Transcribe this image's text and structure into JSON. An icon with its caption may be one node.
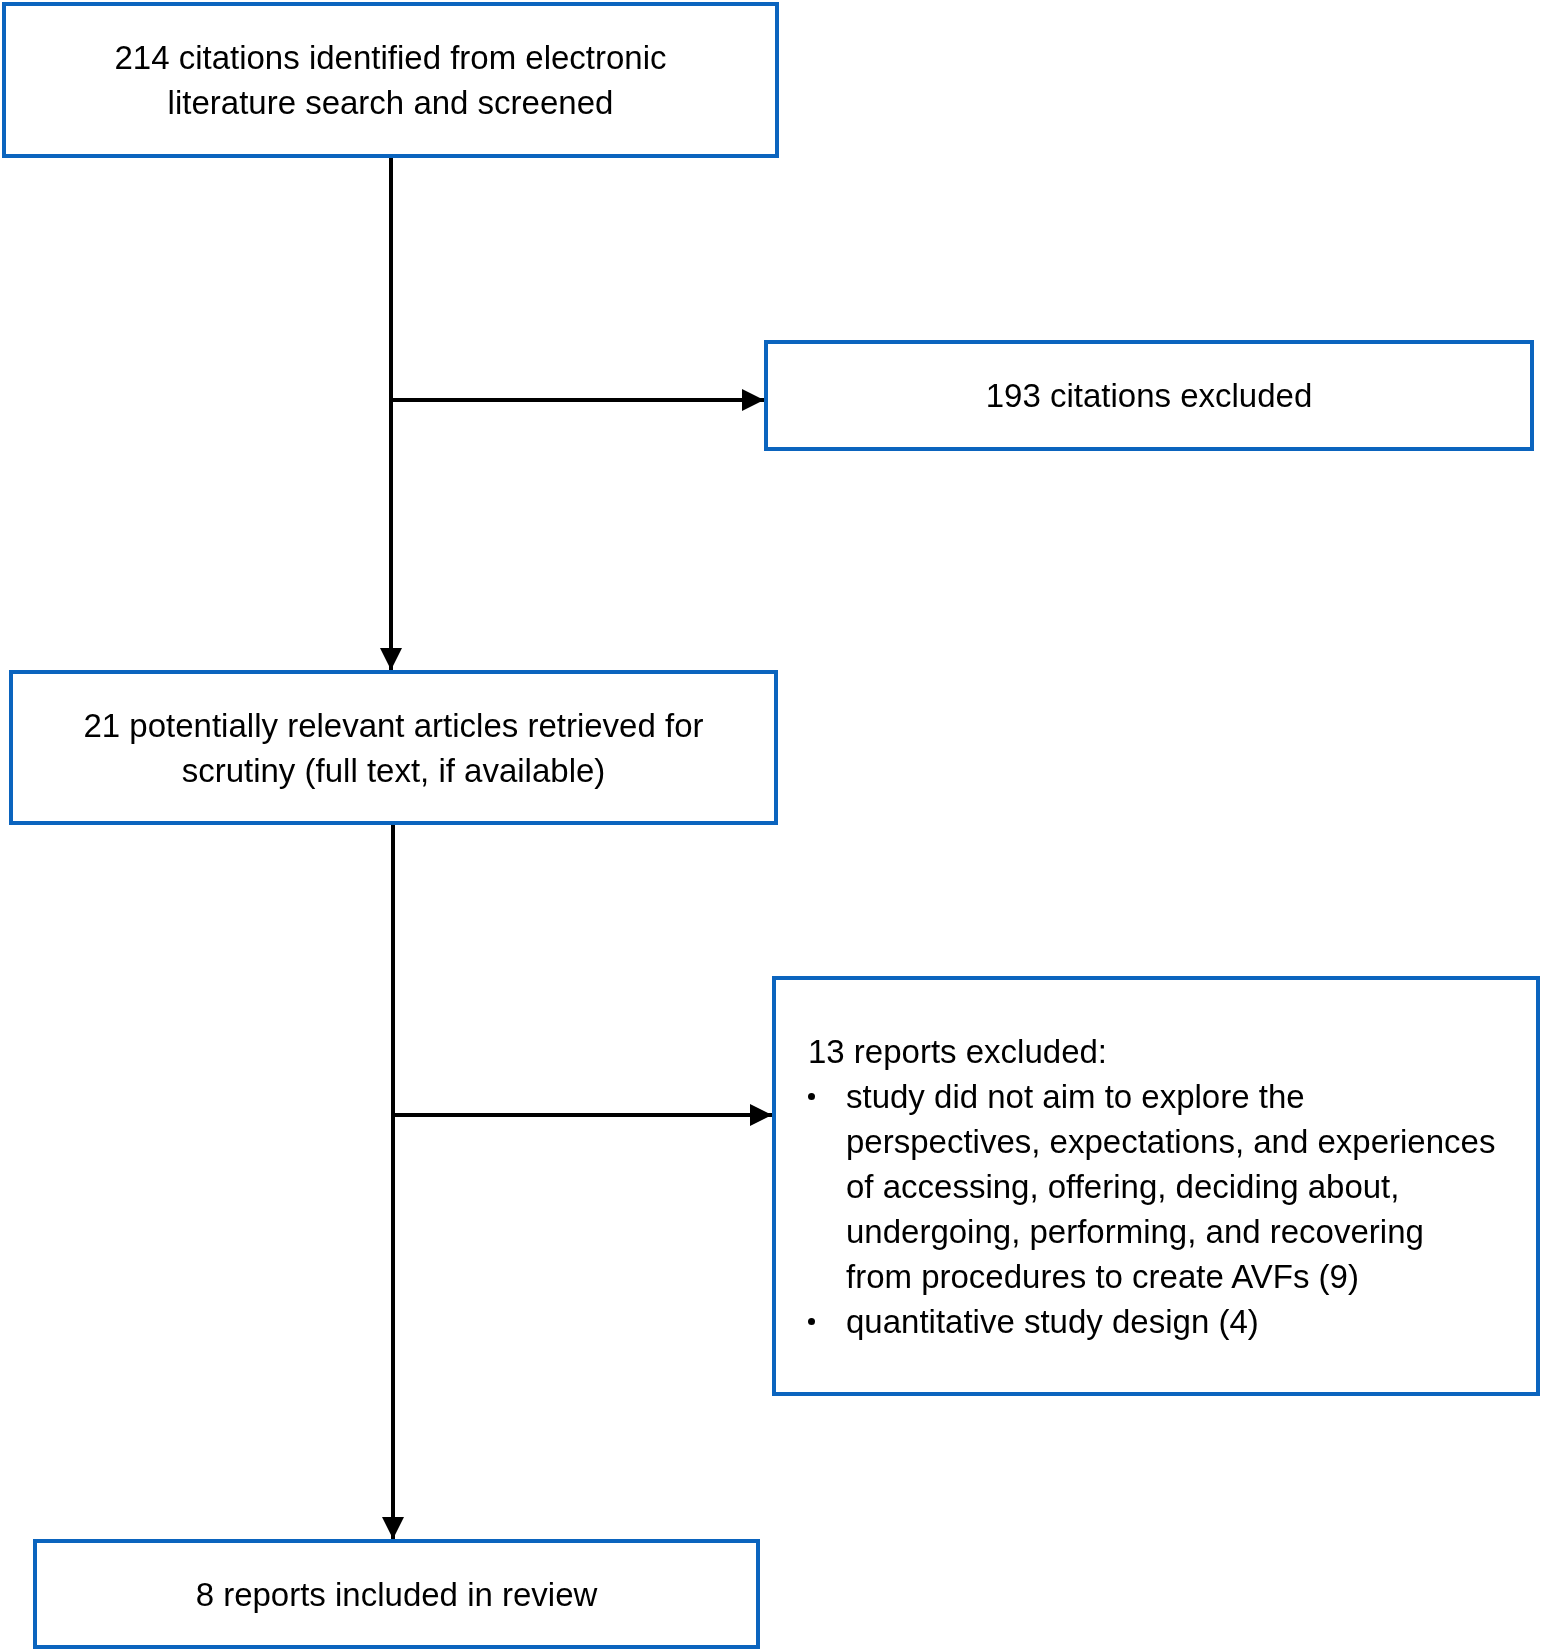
{
  "diagram": {
    "nodes": [
      {
        "text": [
          "214 citations identified from electronic literature search and screened"
        ]
      },
      {
        "text": [
          "193 citations excluded"
        ]
      },
      {
        "text": [
          "21 potentially relevant articles retrieved for scrutiny (full text, if available)"
        ]
      },
      {
        "text": [
          "13 reports excluded:",
          "study did not aim to explore the perspectives, expectations, and experiences of accessing, offering, deciding about, undergoing, performing, and recovering from procedures to create AVFs (9)",
          "quantitative study design (4)"
        ]
      },
      {
        "text": [
          "8 reports included in review"
        ]
      }
    ],
    "edges": [
      {
        "from": 0,
        "to": 2,
        "arrow": "to"
      },
      {
        "from": 0,
        "to": 1,
        "arrow": "to"
      },
      {
        "from": 2,
        "to": 4,
        "arrow": "to"
      },
      {
        "from": 2,
        "to": 3,
        "arrow": "to"
      }
    ]
  }
}
